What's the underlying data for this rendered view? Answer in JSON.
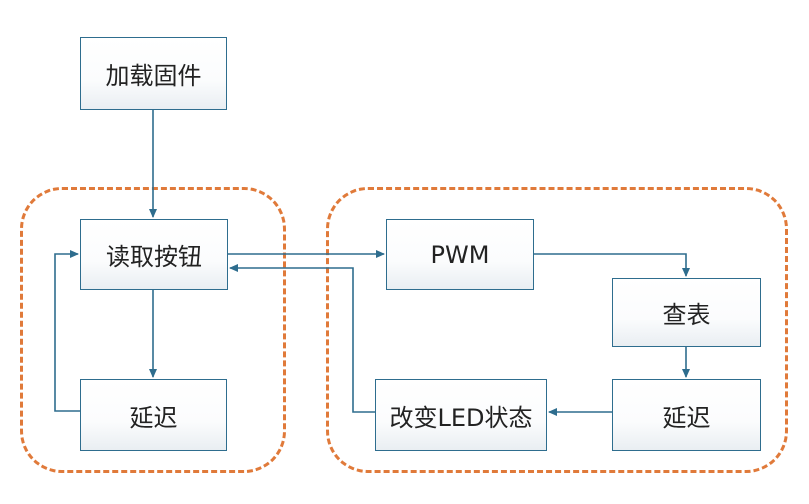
{
  "colors": {
    "group_border": "#e07a3a",
    "box_border": "#2e6d8e",
    "arrow": "#2e6d8e"
  },
  "nodes": {
    "load_firmware": "加载固件",
    "read_button": "读取按钮",
    "delay_left": "延迟",
    "pwm": "PWM",
    "lookup_table": "查表",
    "delay_right": "延迟",
    "change_led": "改变LED状态"
  }
}
